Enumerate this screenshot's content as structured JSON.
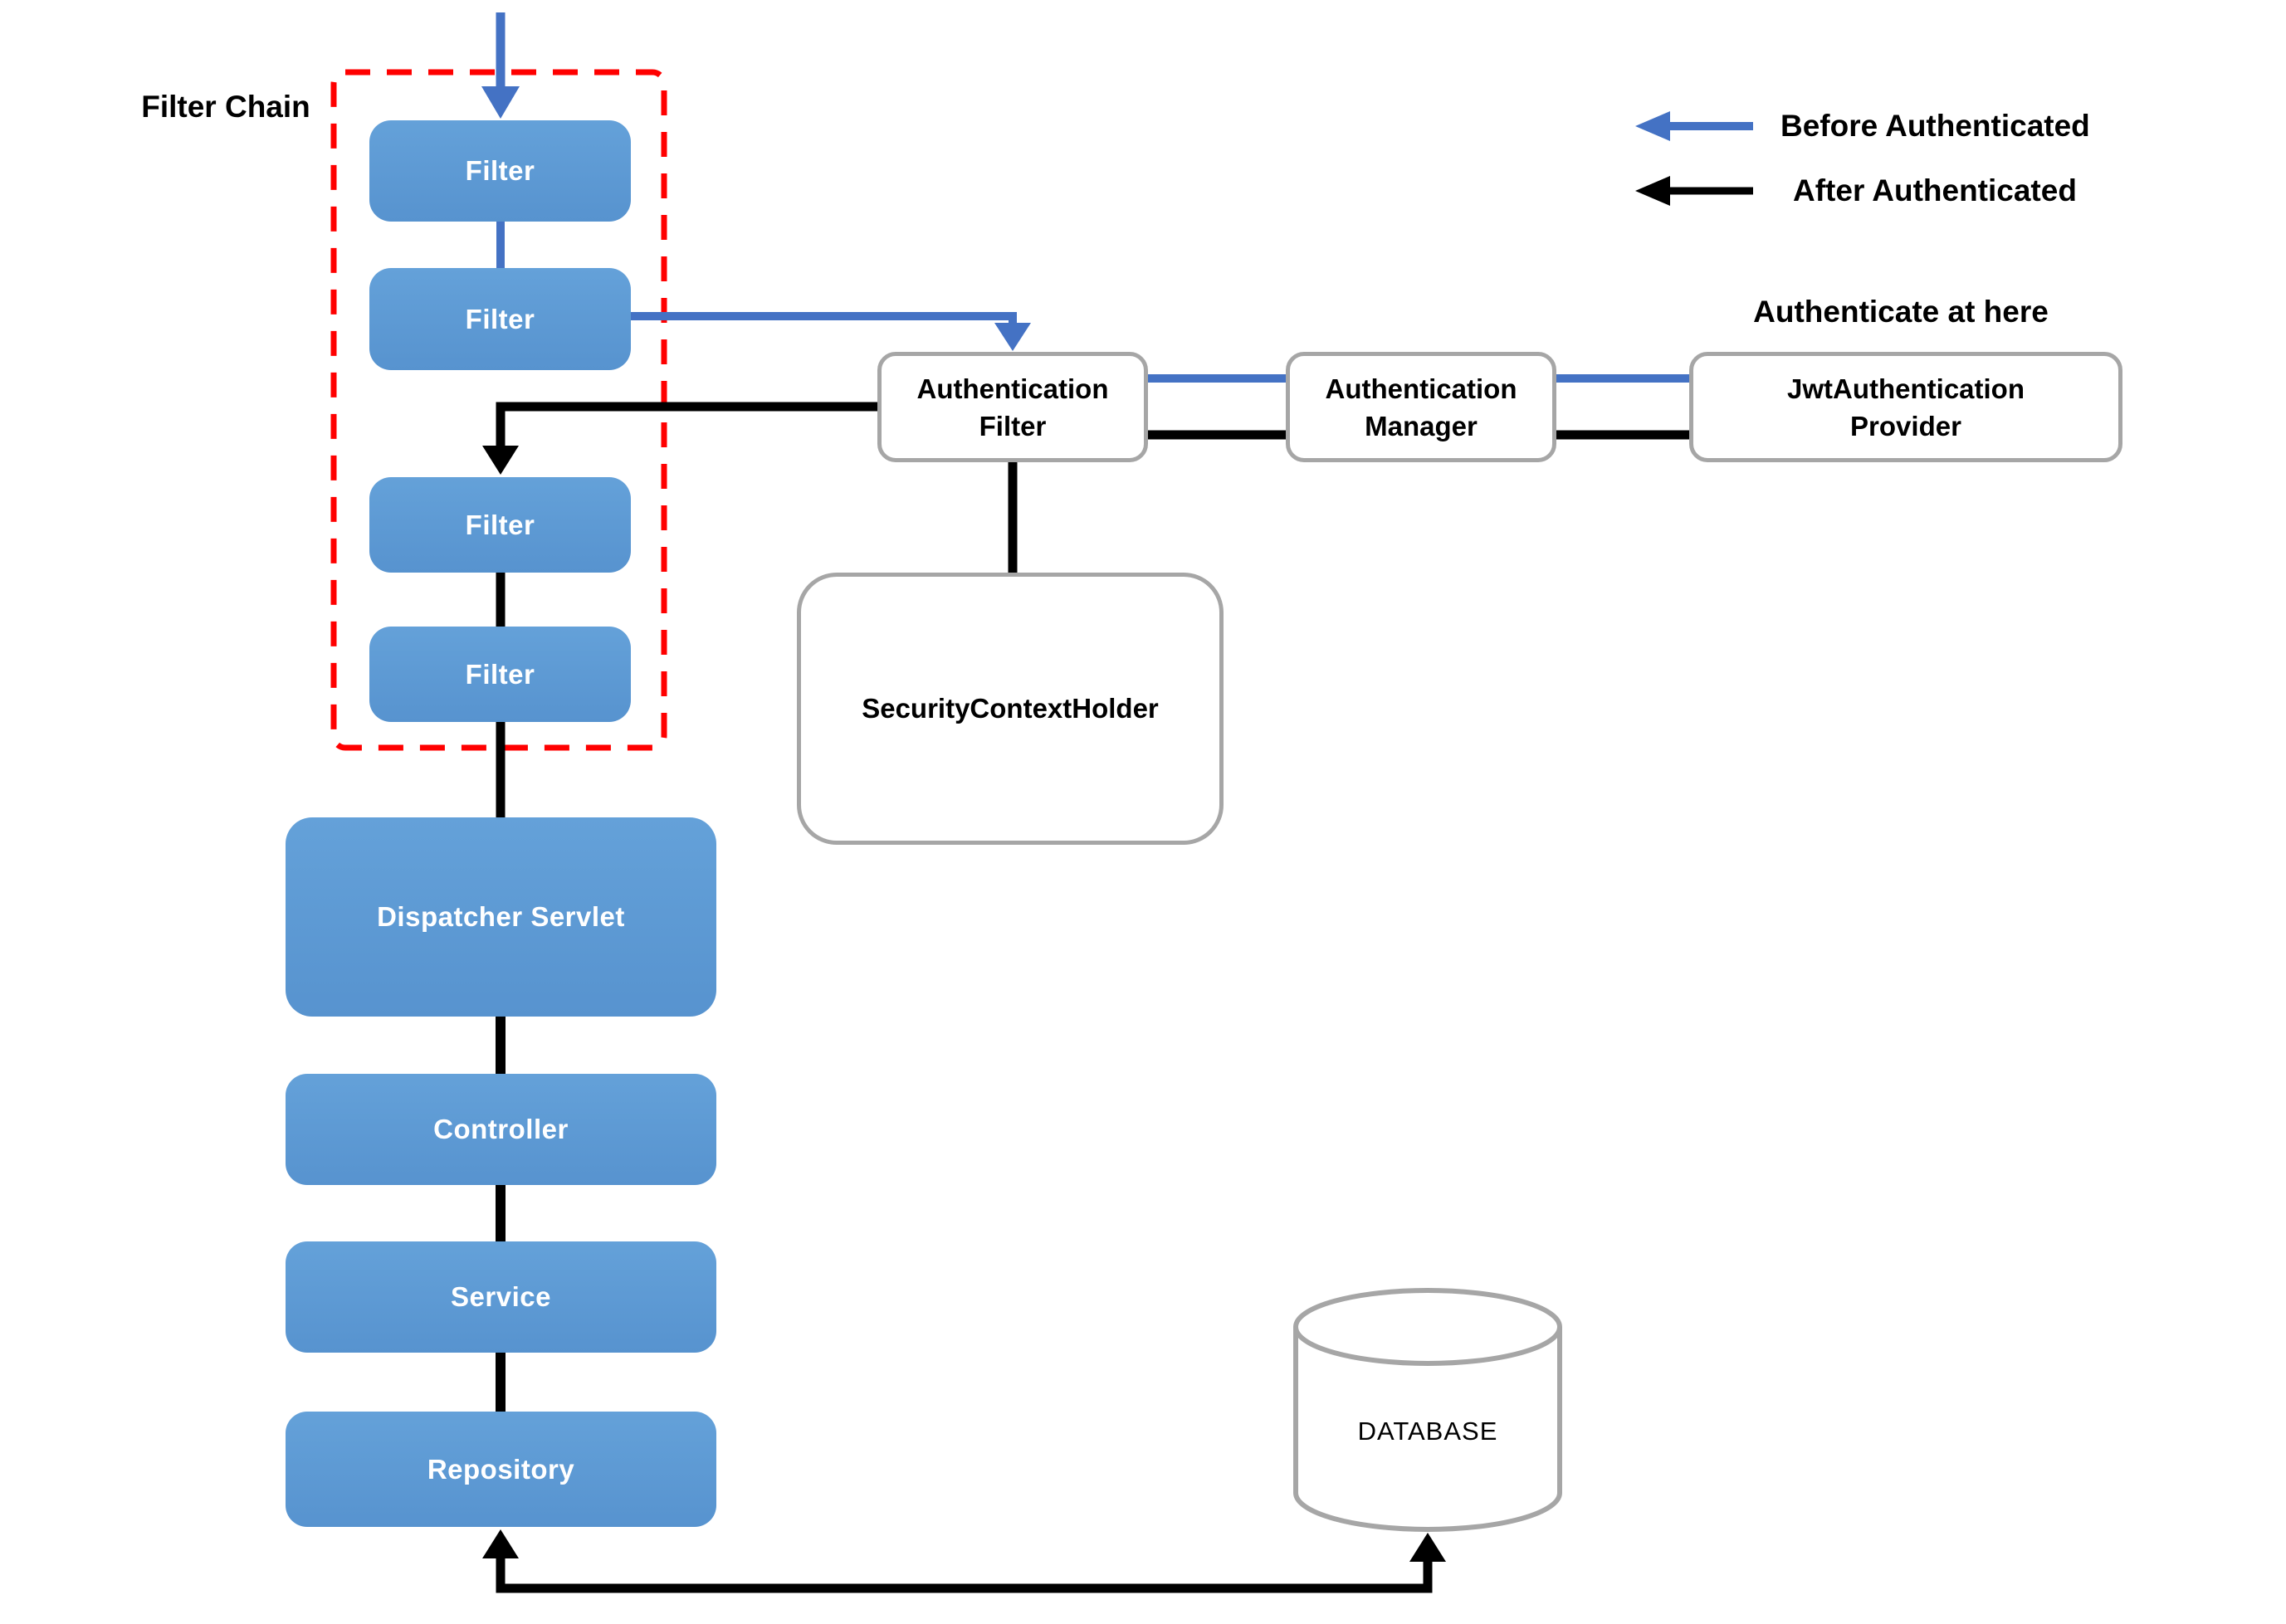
{
  "filter_chain": {
    "label": "Filter Chain",
    "boxes": [
      {
        "label": "Filter"
      },
      {
        "label": "Filter"
      },
      {
        "label": "Filter"
      },
      {
        "label": "Filter"
      }
    ]
  },
  "mvc_stack": [
    {
      "label": "Dispatcher Servlet"
    },
    {
      "label": "Controller"
    },
    {
      "label": "Service"
    },
    {
      "label": "Repository"
    }
  ],
  "security": {
    "auth_filter": "Authentication\nFilter",
    "auth_manager": "Authentication\nManager",
    "jwt_provider": "JwtAuthentication\nProvider",
    "security_context_holder": "SecurityContextHolder",
    "database": "DATABASE",
    "authenticate_note": "Authenticate at here"
  },
  "legend": [
    {
      "label": "Before Authenticated",
      "color": "#4472C4"
    },
    {
      "label": "After Authenticated",
      "color": "#000000"
    }
  ],
  "colors": {
    "node_fill_blue": "#5B9BD5",
    "connector_blue": "#4472C4",
    "connector_black": "#000000",
    "boundary_red": "#FF0000",
    "node_border_gray": "#A6A6A6",
    "node_text_on_blue": "#FFFFFF",
    "text_black": "#000000",
    "background": "#FFFFFF"
  }
}
